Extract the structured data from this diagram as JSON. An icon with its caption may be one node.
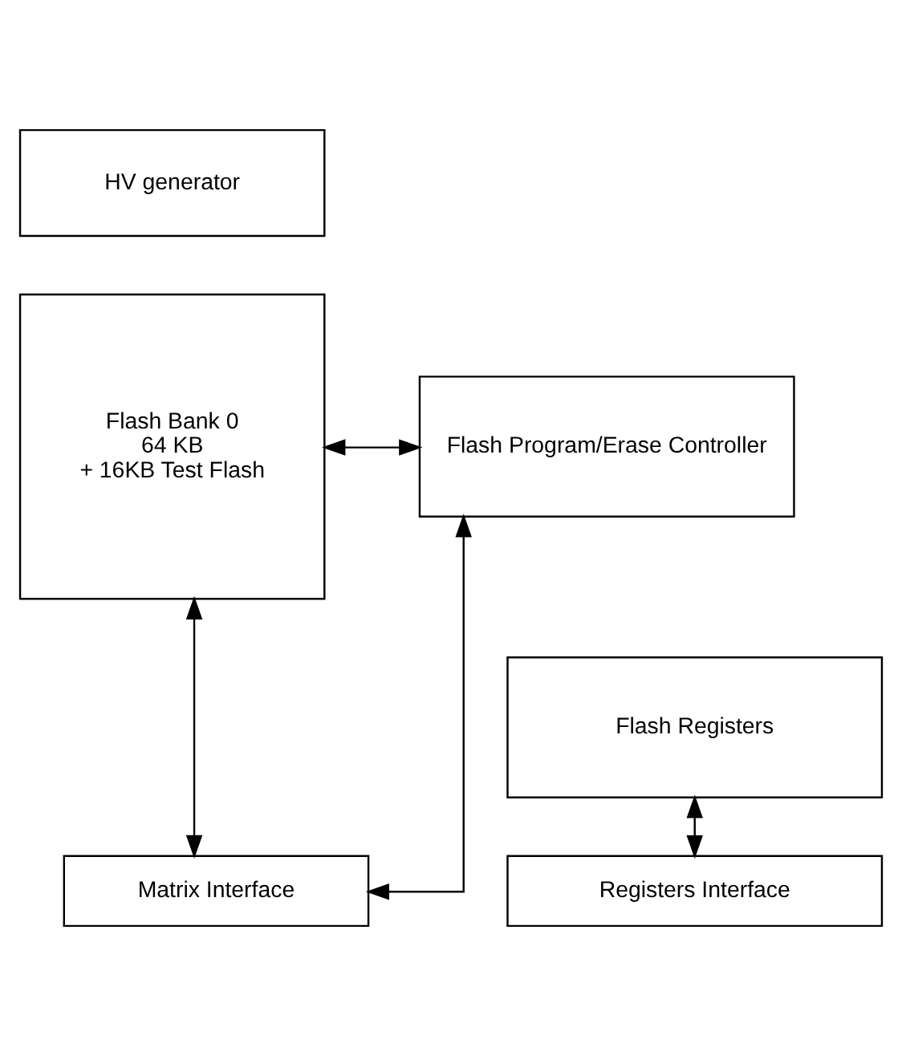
{
  "diagram": {
    "nodes": [
      {
        "text": [
          "HV generator"
        ]
      },
      {
        "text": [
          "Flash Bank 0",
          "64 KB",
          "+ 16KB Test Flash"
        ]
      },
      {
        "text": [
          "Flash Program/Erase Controller"
        ]
      },
      {
        "text": [
          "Flash Registers"
        ]
      },
      {
        "text": [
          "Matrix Interface"
        ]
      },
      {
        "text": [
          "Registers Interface"
        ]
      }
    ],
    "edges": [
      {
        "from": 1,
        "to": 2,
        "arrow": "both"
      },
      {
        "from": 1,
        "to": 4,
        "arrow": "both"
      },
      {
        "from": 2,
        "to": 4,
        "arrow": "both"
      },
      {
        "from": 3,
        "to": 5,
        "arrow": "both"
      }
    ]
  }
}
